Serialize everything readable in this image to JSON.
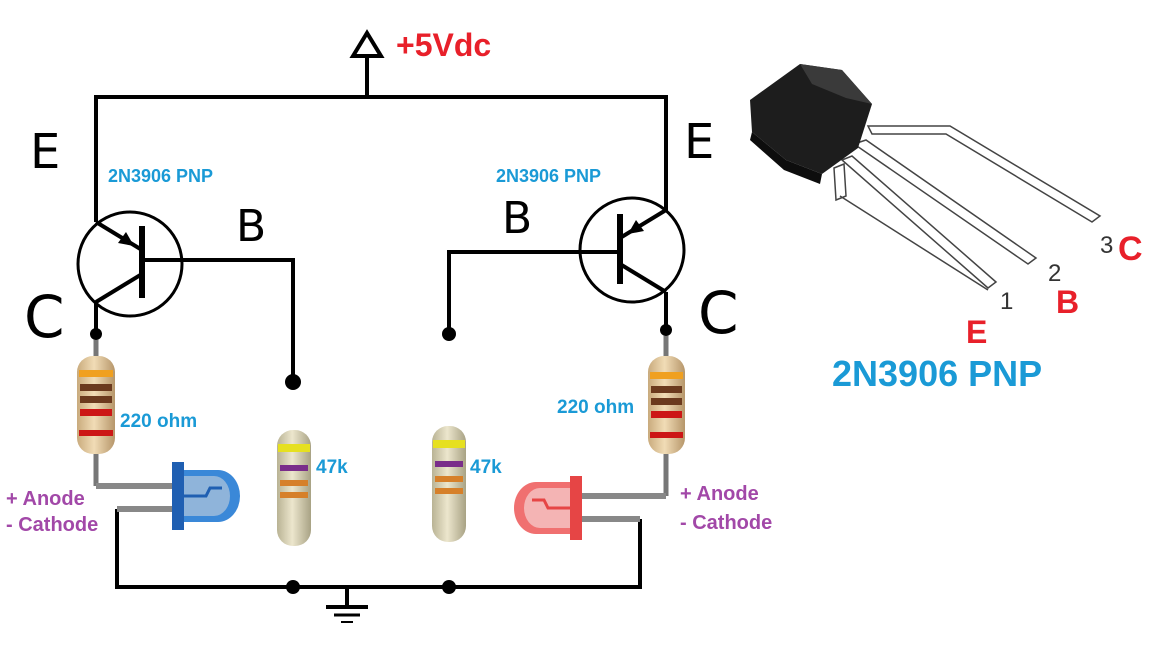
{
  "supply": {
    "label": "+5Vdc"
  },
  "transistor_left": {
    "part": "2N3906 PNP",
    "emitter": "E",
    "base": "B",
    "collector": "C"
  },
  "transistor_right": {
    "part": "2N3906 PNP",
    "emitter": "E",
    "base": "B",
    "collector": "C"
  },
  "resistor_led_left": {
    "label": "220 ohm"
  },
  "resistor_led_right": {
    "label": "220 ohm"
  },
  "resistor_base_left": {
    "label": "47k"
  },
  "resistor_base_right": {
    "label": "47k"
  },
  "led_left": {
    "anode": "+ Anode",
    "cathode": "- Cathode"
  },
  "led_right": {
    "anode": "+ Anode",
    "cathode": "- Cathode"
  },
  "package": {
    "title": "2N3906 PNP",
    "pins": [
      {
        "number": "1",
        "letter": "E"
      },
      {
        "number": "2",
        "letter": "B"
      },
      {
        "number": "3",
        "letter": "C"
      }
    ]
  },
  "colors": {
    "label_blue": "#1a9ad6",
    "label_red": "#e8202a",
    "label_purple": "#a248a8",
    "wire": "#000000",
    "led_left": "#1f6fc4",
    "led_right": "#f05a5a"
  }
}
